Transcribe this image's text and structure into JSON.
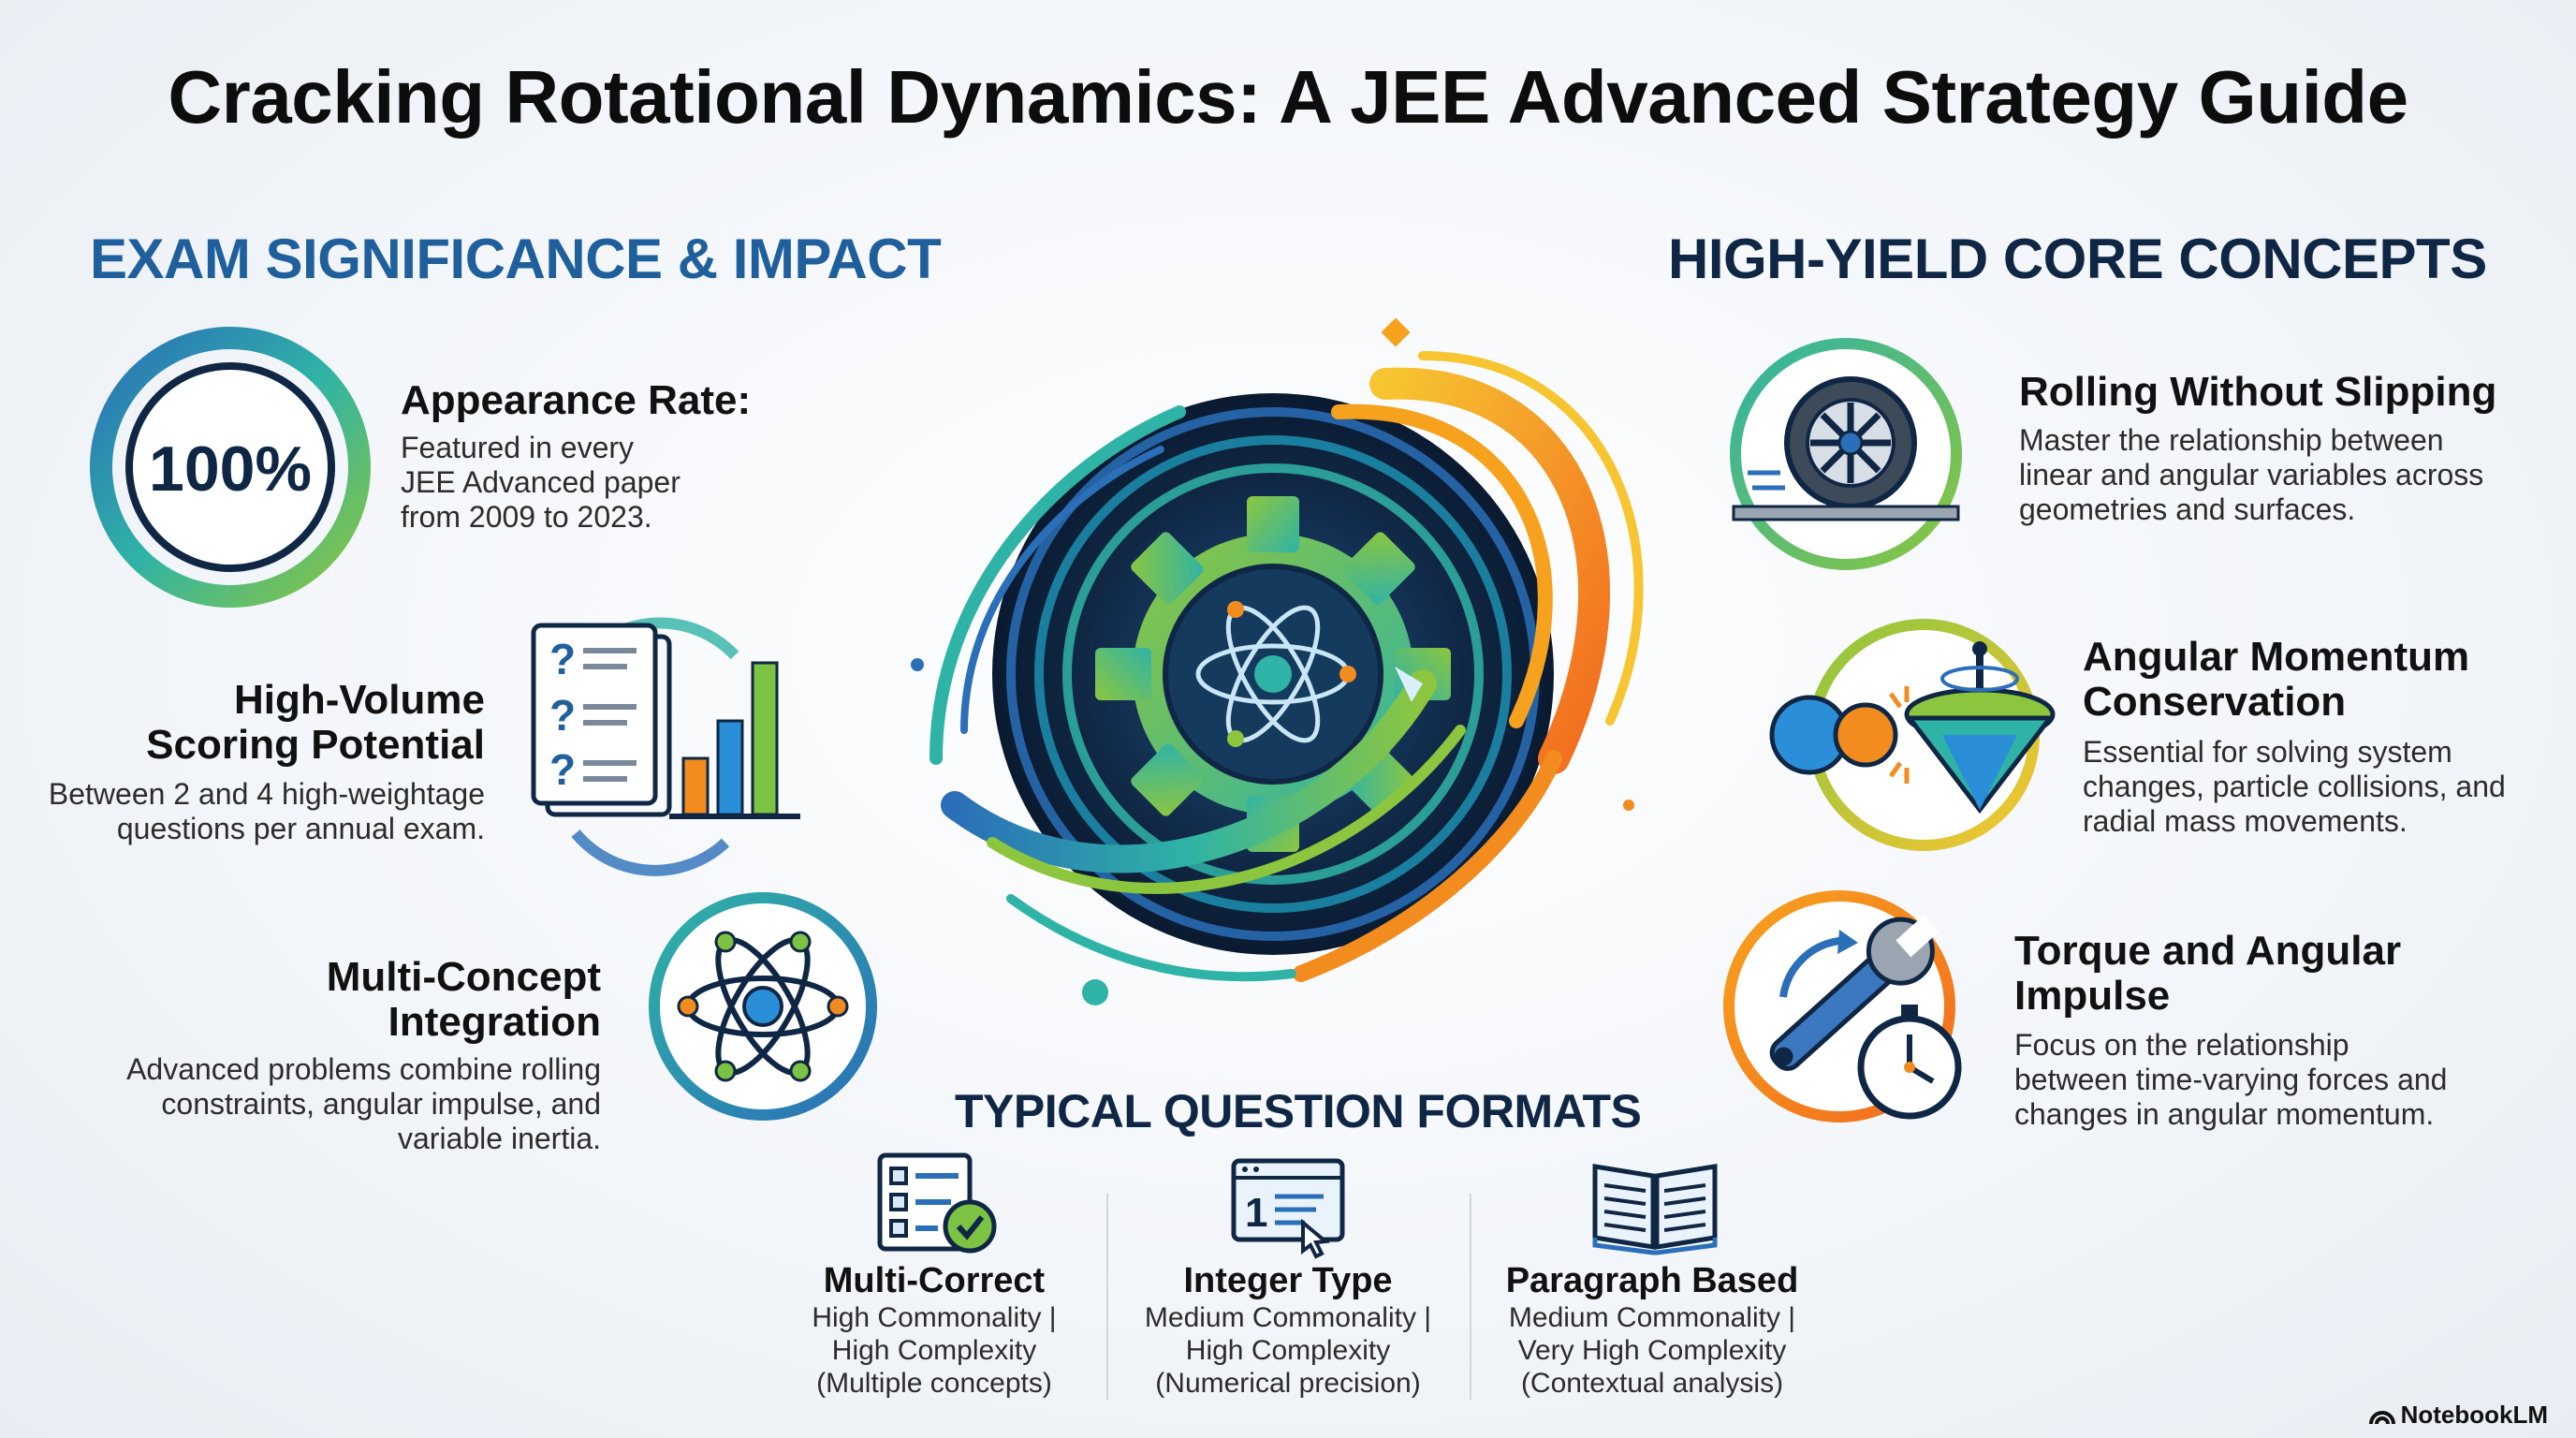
{
  "title": "Cracking Rotational Dynamics: A JEE Advanced Strategy Guide",
  "left_section": {
    "title": "EXAM SIGNIFICANCE & IMPACT",
    "items": [
      {
        "badge": "100%",
        "heading": "Appearance Rate:",
        "lines": [
          "Featured in every",
          "JEE Advanced paper",
          "from 2009 to 2023."
        ],
        "icon": "percent-ring-icon"
      },
      {
        "heading_lines": [
          "High-Volume",
          "Scoring Potential"
        ],
        "lines": [
          "Between 2 and 4 high-weightage",
          "questions per annual exam."
        ],
        "icon": "question-sheet-bar-chart-icon"
      },
      {
        "heading_lines": [
          "Multi-Concept",
          "Integration"
        ],
        "lines": [
          "Advanced problems combine rolling",
          "constraints, angular impulse, and",
          "variable inertia."
        ],
        "icon": "atom-icon"
      }
    ]
  },
  "right_section": {
    "title": "HIGH-YIELD CORE CONCEPTS",
    "items": [
      {
        "heading_lines": [
          "Rolling Without Slipping"
        ],
        "lines": [
          "Master the relationship between",
          "linear and angular variables across",
          "geometries and surfaces."
        ],
        "icon": "rolling-wheel-icon"
      },
      {
        "heading_lines": [
          "Angular Momentum",
          "Conservation"
        ],
        "lines": [
          "Essential for solving system",
          "changes, particle collisions, and",
          "radial mass movements."
        ],
        "icon": "spinning-top-collision-icon"
      },
      {
        "heading_lines": [
          "Torque and Angular",
          "Impulse"
        ],
        "lines": [
          "Focus on the relationship",
          "between time-varying forces and",
          "changes in angular momentum."
        ],
        "icon": "wrench-stopwatch-icon"
      }
    ]
  },
  "formats": {
    "title": "TYPICAL QUESTION FORMATS",
    "items": [
      {
        "heading": "Multi-Correct",
        "lines": [
          "High Commonality |",
          "High Complexity",
          "(Multiple concepts)"
        ],
        "icon": "checklist-icon"
      },
      {
        "heading": "Integer Type",
        "lines": [
          "Medium Commonality |",
          "High Complexity",
          "(Numerical precision)"
        ],
        "icon": "integer-input-icon"
      },
      {
        "heading": "Paragraph Based",
        "lines": [
          "Medium Commonality |",
          "Very High Complexity",
          "(Contextual analysis)"
        ],
        "icon": "open-book-icon"
      }
    ]
  },
  "brand": "NotebookLM",
  "center_icon": "rotating-gear-atom-icon",
  "colors": {
    "navy": "#0f2744",
    "blue": "#1f5f9c",
    "teal": "#2fb3a6",
    "green": "#7cc243",
    "orange": "#f28c1e"
  }
}
